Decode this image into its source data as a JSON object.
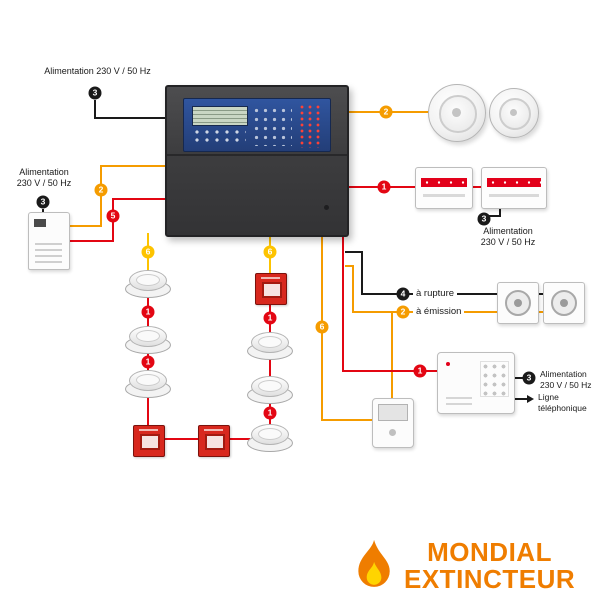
{
  "wires": {
    "detection": {
      "n": "1",
      "color": "#e30613"
    },
    "sounder": {
      "n": "2",
      "color": "#f59c00"
    },
    "mains": {
      "n": "3",
      "color": "#1a1a1a"
    },
    "rupture": {
      "n": "4",
      "color": "#1a1a1a"
    },
    "aux": {
      "n": "5",
      "color": "#e30613"
    },
    "drop": {
      "n": "6",
      "color": "#fdc300"
    }
  },
  "labels": {
    "mains_top": "Alimentation 230 V / 50 Hz",
    "mains_l1": "Alimentation",
    "mains_l2": "230 V / 50 Hz",
    "rupture": "à rupture",
    "emission": "à émission",
    "phone_l1": "Ligne",
    "phone_l2": "téléphonique"
  },
  "brand": {
    "line1": "MONDIAL",
    "line2": "EXTINCTEUR",
    "color": "#ef7d00"
  }
}
